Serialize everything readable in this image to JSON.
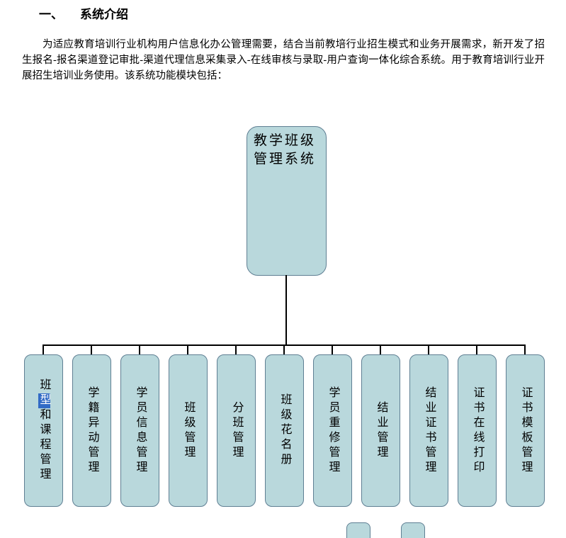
{
  "document": {
    "heading": {
      "number": "一、",
      "title": "系统介绍"
    },
    "paragraph": "为适应教育培训行业机构用户信息化办公管理需要，结合当前教培行业招生模式和业务开展需求，新开发了招生报名-报名渠道登记审批-渠道代理信息采集录入-在线审核与录取-用户查询一体化综合系统。用于教育培训行业开展招生培训业务使用。该系统功能模块包括："
  },
  "diagram": {
    "root": {
      "label": "教学班级管理系统"
    },
    "children": [
      {
        "label_before": "班",
        "label_selected": "型",
        "label_after": "和课程管理"
      },
      {
        "label": "学籍异动管理"
      },
      {
        "label": "学员信息管理"
      },
      {
        "label": "班级管理"
      },
      {
        "label": "分班管理"
      },
      {
        "label": "班级花名册"
      },
      {
        "label": "学员重修管理"
      },
      {
        "label": "结业管理"
      },
      {
        "label": "结业证书管理"
      },
      {
        "label": "证书在线打印"
      },
      {
        "label": "证书模板管理"
      }
    ],
    "colors": {
      "node_fill": "#b9d8dc",
      "node_border": "#5f7f93",
      "connector": "#000000",
      "selection": "#316ac5"
    }
  }
}
